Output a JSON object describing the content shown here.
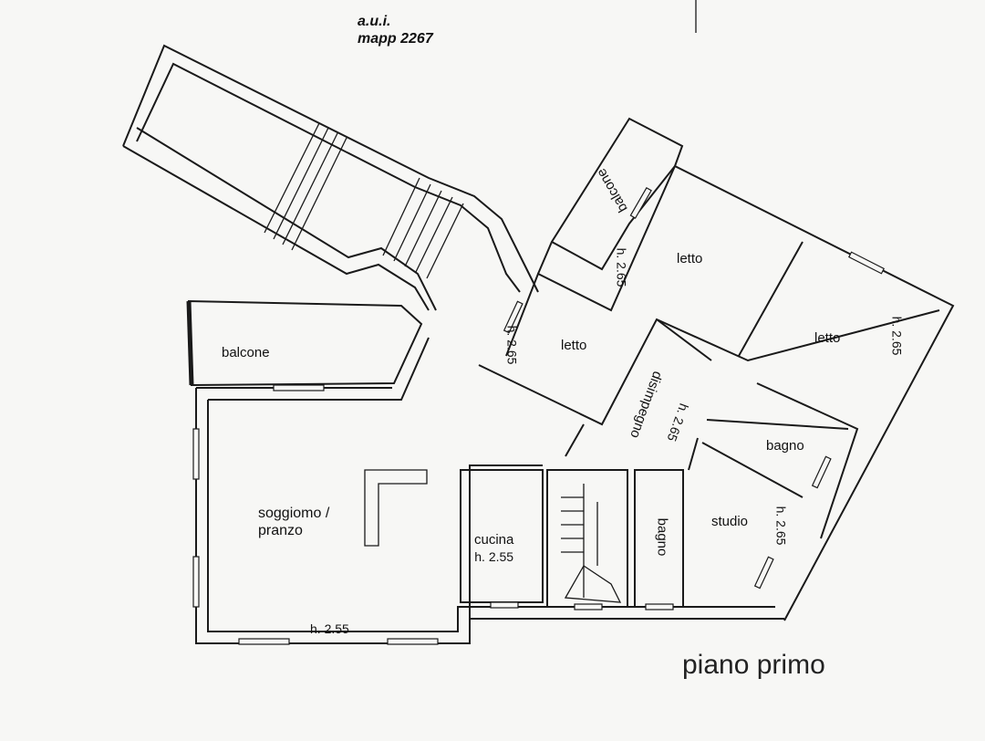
{
  "header": {
    "line1": "a.u.i.",
    "line2": "mapp 2267"
  },
  "title": "piano primo",
  "rooms": {
    "balcone_top": "balcone",
    "balcone_left": "balcone",
    "letto_1": "letto",
    "letto_2": "letto",
    "letto_3": "letto",
    "disimpegno": "disimpegno",
    "bagno_1": "bagno",
    "bagno_2": "bagno",
    "studio": "studio",
    "soggiorno_line1": "soggiomo /",
    "soggiorno_line2": "pranzo",
    "cucina": "cucina",
    "cucina_height": "h. 2.55"
  },
  "heights": {
    "letto_1": "h. 2.65",
    "letto_2": "h. 2.65",
    "letto_3": "h. 2.65",
    "disimpegno": "h. 2.65",
    "studio": "h. 2.65",
    "soggiorno": "h. 2.55"
  }
}
